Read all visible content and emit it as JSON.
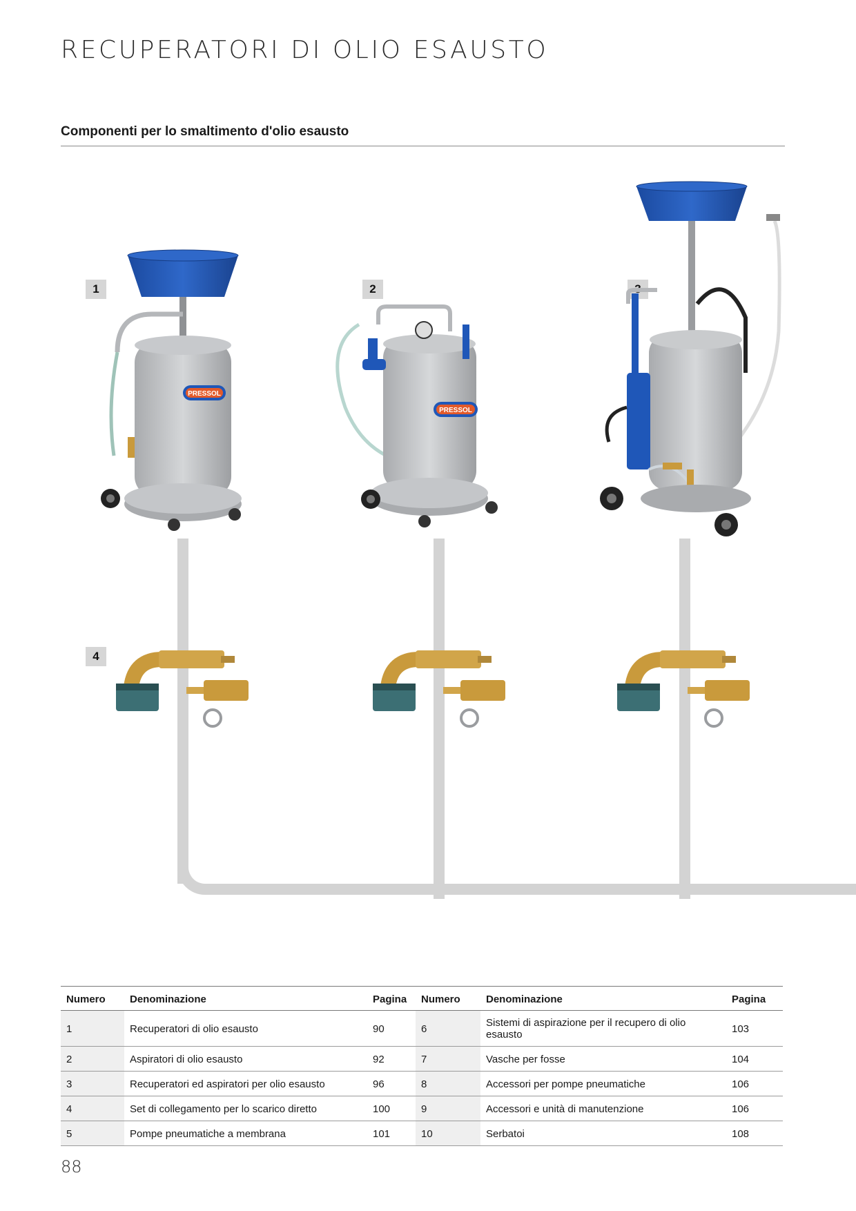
{
  "page": {
    "title": "RECUPERATORI DI OLIO ESAUSTO",
    "section_heading": "Componenti per lo smaltimento d'olio esausto",
    "page_number": "88"
  },
  "diagram": {
    "badges": [
      "1",
      "2",
      "3",
      "4"
    ],
    "brand_label": "PRESSOL",
    "colors": {
      "pipe": "#d3d3d3",
      "funnel_blue": "#1f57b8",
      "tank_gray": "#c9cbce",
      "brass": "#c99a3c",
      "badge": "#d6d6d6"
    }
  },
  "table": {
    "headers": [
      "Numero",
      "Denominazione",
      "Pagina",
      "Numero",
      "Denominazione",
      "Pagina"
    ],
    "rows": [
      {
        "num_a": "1",
        "name_a": "Recuperatori di olio esausto",
        "page_a": "90",
        "num_b": "6",
        "name_b": "Sistemi di aspirazione per il recupero di olio esausto",
        "page_b": "103"
      },
      {
        "num_a": "2",
        "name_a": "Aspiratori di olio esausto",
        "page_a": "92",
        "num_b": "7",
        "name_b": "Vasche per fosse",
        "page_b": "104"
      },
      {
        "num_a": "3",
        "name_a": "Recuperatori ed aspiratori per olio esausto",
        "page_a": "96",
        "num_b": "8",
        "name_b": "Accessori per pompe pneumatiche",
        "page_b": "106"
      },
      {
        "num_a": "4",
        "name_a": "Set di collegamento per lo scarico diretto",
        "page_a": "100",
        "num_b": "9",
        "name_b": "Accessori e unità di manutenzione",
        "page_b": "106"
      },
      {
        "num_a": "5",
        "name_a": "Pompe pneumatiche a membrana",
        "page_a": "101",
        "num_b": "10",
        "name_b": "Serbatoi",
        "page_b": "108"
      }
    ]
  }
}
